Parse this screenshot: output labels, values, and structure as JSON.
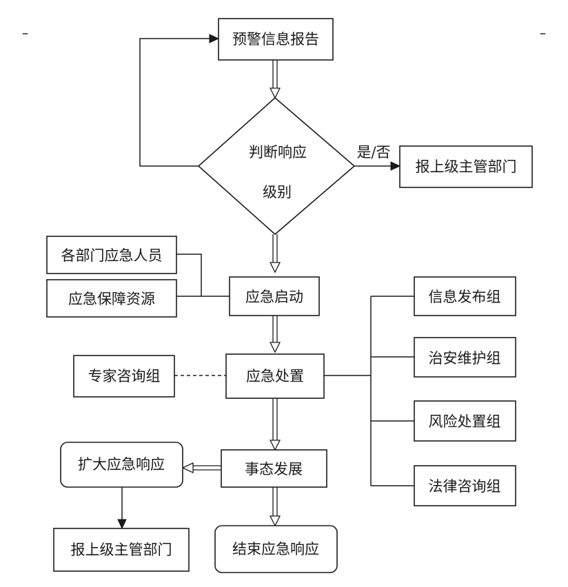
{
  "nodes": {
    "warning_report": "预警信息报告",
    "judge_line1": "判断响应",
    "judge_line2": "级别",
    "yes_no": "是/否",
    "report_superior_top": "报上级主管部门",
    "dept_staff": "各部门应急人员",
    "resources": "应急保障资源",
    "emergency_start": "应急启动",
    "info_release": "信息发布组",
    "security": "治安维护组",
    "expert": "专家咨询组",
    "emergency_handle": "应急处置",
    "risk_handle": "风险处置组",
    "expand_response": "扩大应急响应",
    "development": "事态发展",
    "legal": "法律咨询组",
    "report_superior_bottom": "报上级主管部门",
    "end_response": "结束应急响应"
  }
}
